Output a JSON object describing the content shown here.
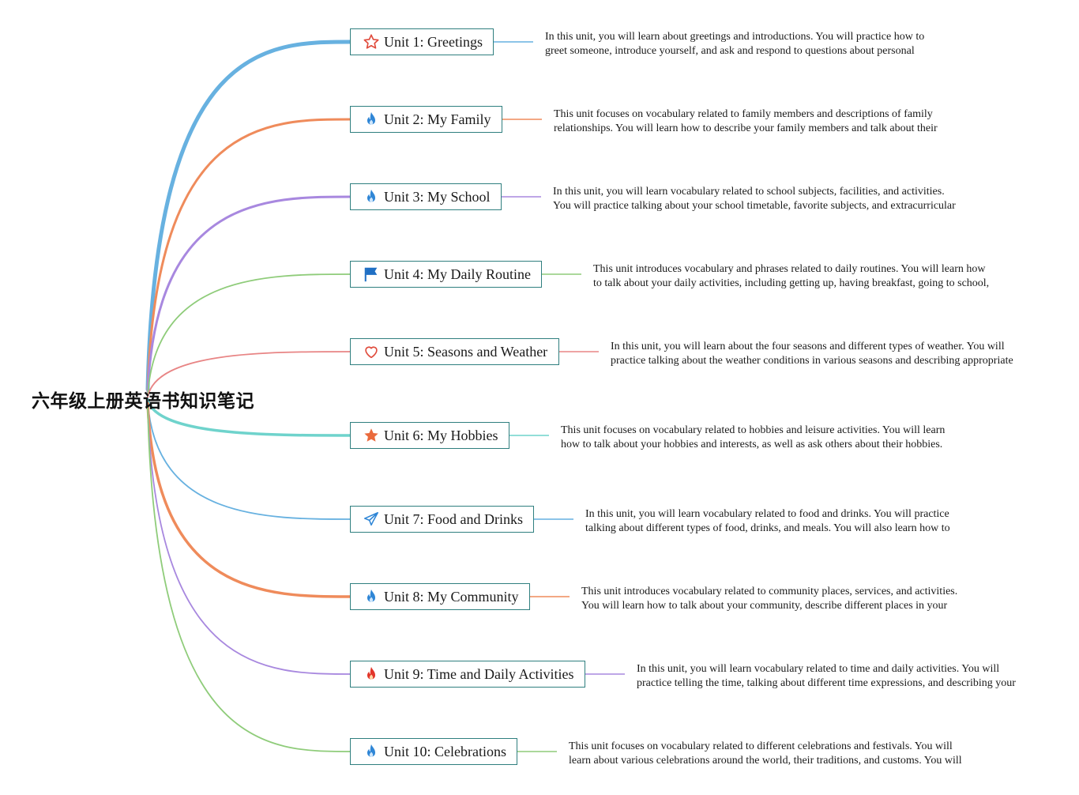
{
  "root": {
    "title": "六年级上册英语书知识笔记"
  },
  "colors": {
    "u1": "#67b1e0",
    "u2": "#ef8b5b",
    "u3": "#a888df",
    "u4": "#8fcc7a",
    "u5": "#e88585",
    "u6": "#6fd3cc",
    "u7": "#67b1e0",
    "u8": "#ef8b5b",
    "u9": "#a888df",
    "u10": "#8fcc7a",
    "node_border": "#2f7f7f"
  },
  "units": [
    {
      "id": "u1",
      "label": "Unit 1: Greetings",
      "icon": "star-outline-icon",
      "desc": "In this unit, you will learn about greetings and introductions. You will practice how to greet someone, introduce yourself, and ask and respond to questions about personal information such as name, age, and nationality."
    },
    {
      "id": "u2",
      "label": "Unit 2: My Family",
      "icon": "flame-icon",
      "desc": "This unit focuses on vocabulary related to family members and descriptions of family relationships. You will learn how to describe your family members and talk about their ages, jobs, and physical appearances."
    },
    {
      "id": "u3",
      "label": "Unit 3: My School",
      "icon": "flame-icon",
      "desc": "In this unit, you will learn vocabulary related to school subjects, facilities, and activities. You will practice talking about your school timetable, favorite subjects, and extracurricular activities."
    },
    {
      "id": "u4",
      "label": "Unit 4: My Daily Routine",
      "icon": "flag-icon",
      "desc": "This unit introduces vocabulary and phrases related to daily routines. You will learn how to talk about your daily activities, including getting up, having breakfast, going to school, doing homework, and going to bed."
    },
    {
      "id": "u5",
      "label": "Unit 5: Seasons and Weather",
      "icon": "heart-outline-icon",
      "desc": "In this unit, you will learn about the four seasons and different types of weather. You will practice talking about the weather conditions in various seasons and describing appropriate clothing for each season."
    },
    {
      "id": "u6",
      "label": "Unit 6: My Hobbies",
      "icon": "star-filled-icon",
      "desc": "This unit focuses on vocabulary related to hobbies and leisure activities. You will learn how to talk about your hobbies and interests, as well as ask others about their hobbies. You will also practice using present simple tense to talk about routines and frequency of activities."
    },
    {
      "id": "u7",
      "label": "Unit 7: Food and Drinks",
      "icon": "paper-plane-icon",
      "desc": "In this unit, you will learn vocabulary related to food and drinks. You will practice talking about different types of food, drinks, and meals. You will also learn how to express likes, dislikes, and preferences for food and drinks."
    },
    {
      "id": "u8",
      "label": "Unit 8: My Community",
      "icon": "flame-icon",
      "desc": "This unit introduces vocabulary related to community places, services, and activities. You will learn how to talk about your community, describe different places in your community, and discuss various activities and services available in your community."
    },
    {
      "id": "u9",
      "label": "Unit 9: Time and Daily Activities",
      "icon": "red-flame-icon",
      "desc": "In this unit, you will learn vocabulary related to time and daily activities. You will practice telling the time, talking about different time expressions, and describing your daily schedule and activities."
    },
    {
      "id": "u10",
      "label": "Unit 10: Celebrations",
      "icon": "flame-icon",
      "desc": "This unit focuses on vocabulary related to different celebrations and festivals. You will learn about various celebrations around the world, their traditions, and customs. You will also practice talking about your favorite celebrations and how you celebrate them."
    }
  ]
}
